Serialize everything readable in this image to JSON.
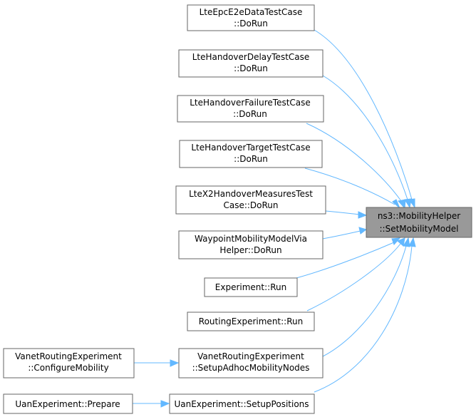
{
  "graph": {
    "target": {
      "line1": "ns3::MobilityHelper",
      "line2": "::SetMobilityModel"
    },
    "callers": [
      {
        "line1": "LteEpcE2eDataTestCase",
        "line2": "::DoRun"
      },
      {
        "line1": "LteHandoverDelayTestCase",
        "line2": "::DoRun"
      },
      {
        "line1": "LteHandoverFailureTestCase",
        "line2": "::DoRun"
      },
      {
        "line1": "LteHandoverTargetTestCase",
        "line2": "::DoRun"
      },
      {
        "line1": "LteX2HandoverMeasuresTest",
        "line2": "Case::DoRun"
      },
      {
        "line1": "WaypointMobilityModelVia",
        "line2": "Helper::DoRun"
      },
      {
        "line1": "Experiment::Run",
        "line2": ""
      },
      {
        "line1": "RoutingExperiment::Run",
        "line2": ""
      },
      {
        "line1": "VanetRoutingExperiment",
        "line2": "::SetupAdhocMobilityNodes"
      },
      {
        "line1": "UanExperiment::SetupPositions",
        "line2": ""
      }
    ],
    "second_level_callers": [
      {
        "line1": "VanetRoutingExperiment",
        "line2": "::ConfigureMobility"
      },
      {
        "line1": "UanExperiment::Prepare",
        "line2": ""
      }
    ],
    "colors": {
      "edge": "#63b8ff",
      "node_border": "#666666",
      "target_fill": "#999999"
    }
  }
}
